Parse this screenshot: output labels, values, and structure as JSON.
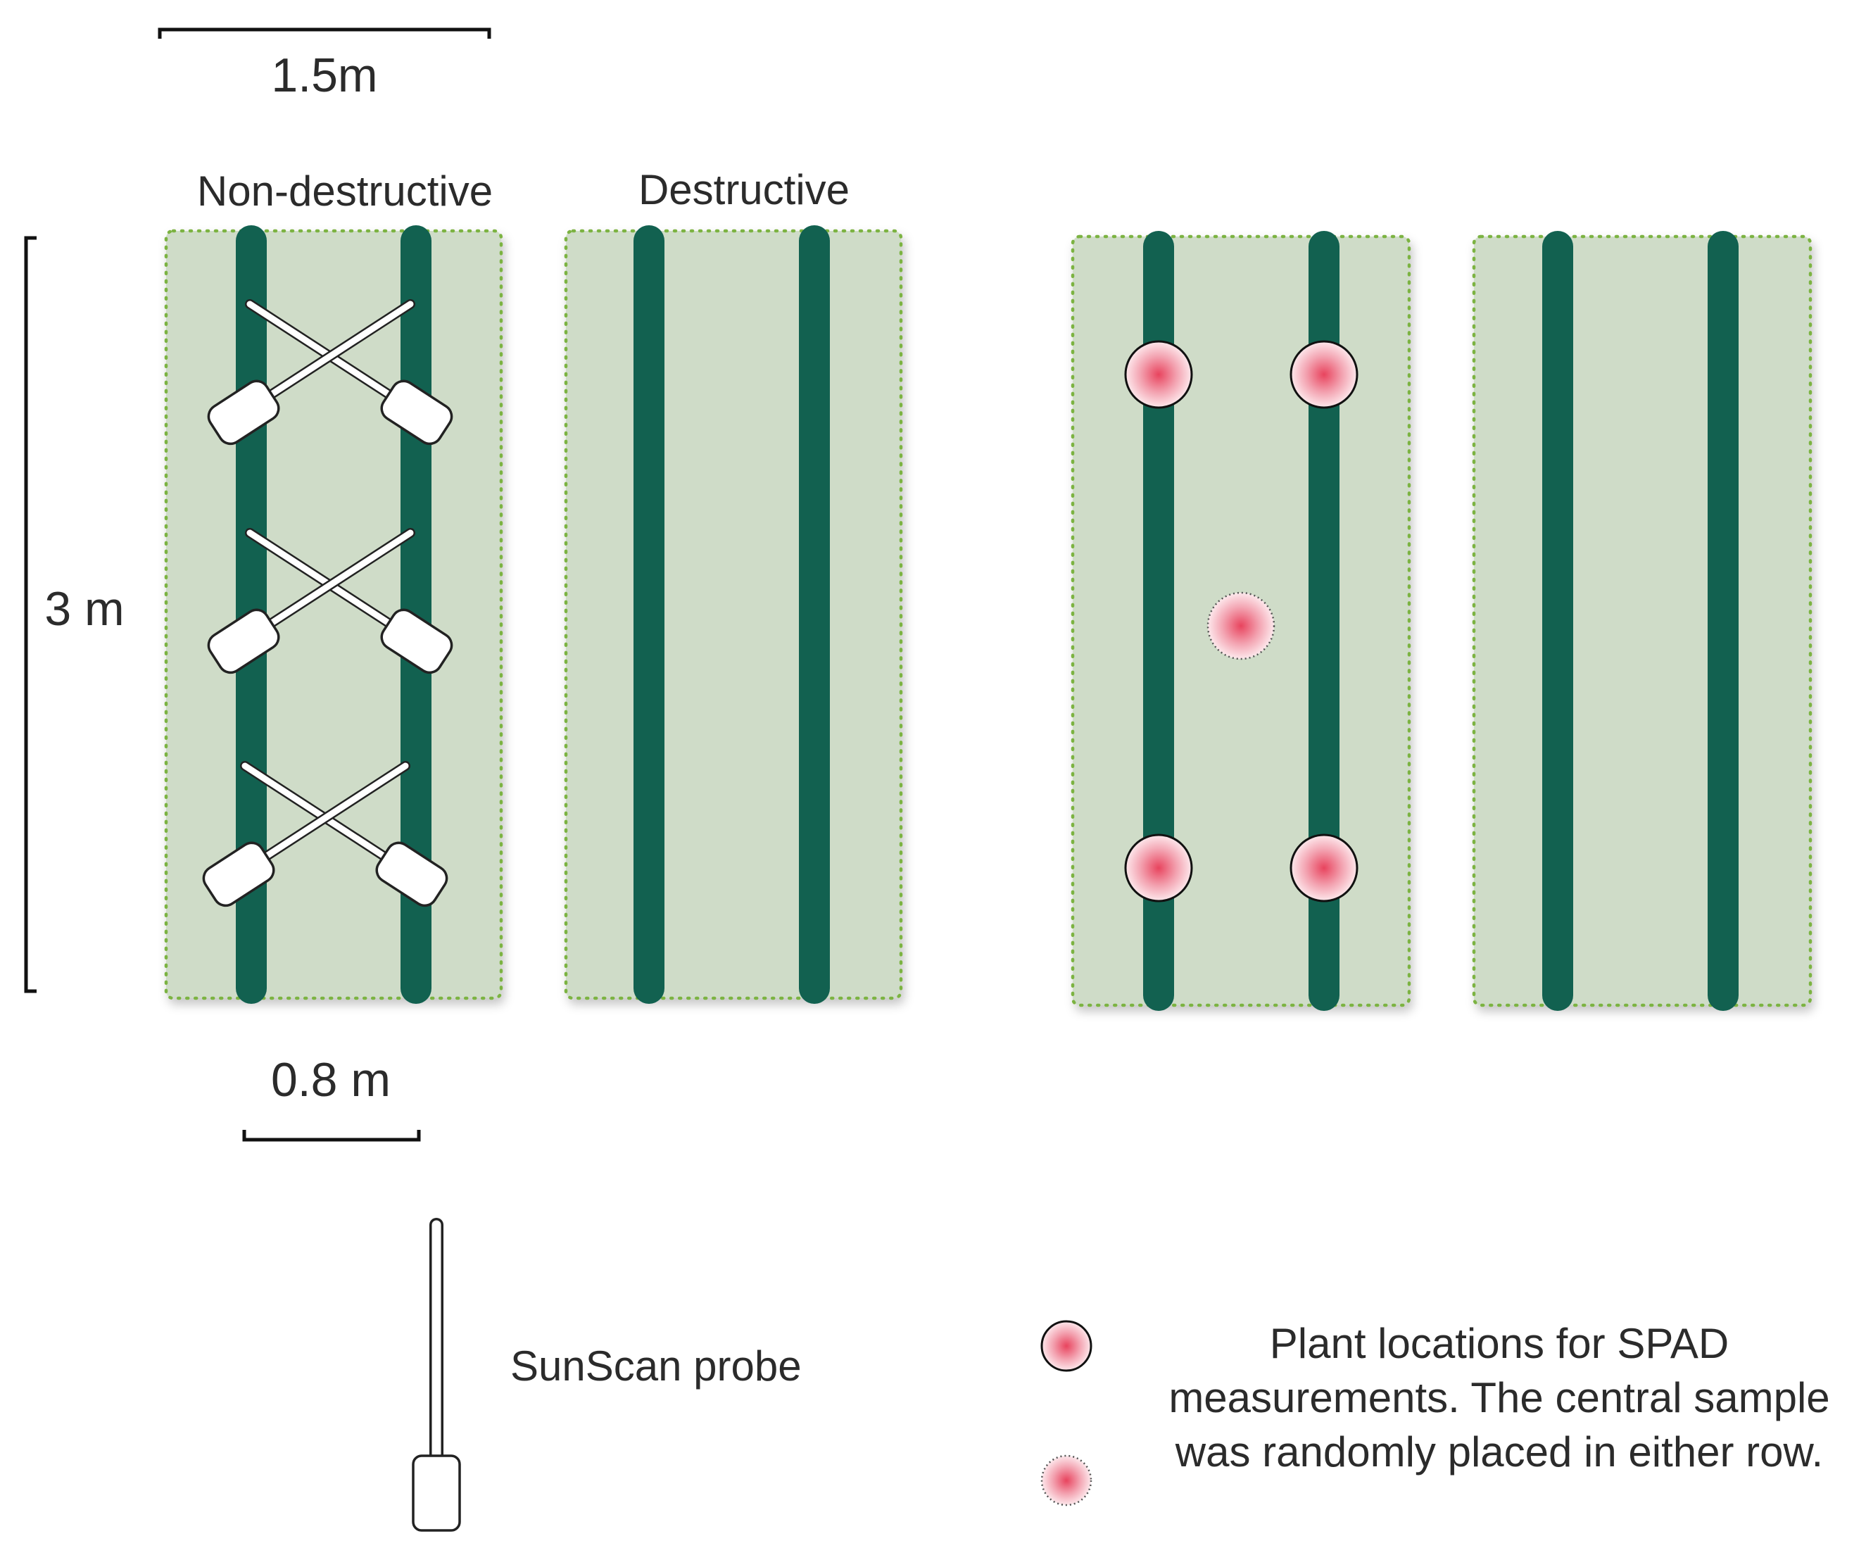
{
  "scales": {
    "top_width_label": "1.5m",
    "bottom_width_label": "0.8 m",
    "height_label": "3 m"
  },
  "plots": {
    "non_destructive_title": "Non-destructive",
    "destructive_title": "Destructive"
  },
  "legend": {
    "probe_label": "SunScan probe",
    "spad_line1": "Plant locations for SPAD",
    "spad_line2": "measurements. The central sample",
    "spad_line3": "was randomly placed in either row."
  },
  "colors": {
    "plot_fill": "#cfdcc8",
    "plot_border": "#7cb342",
    "crop_row": "#126150",
    "spad_center": "#e8445e",
    "text": "#2b2b2b"
  }
}
